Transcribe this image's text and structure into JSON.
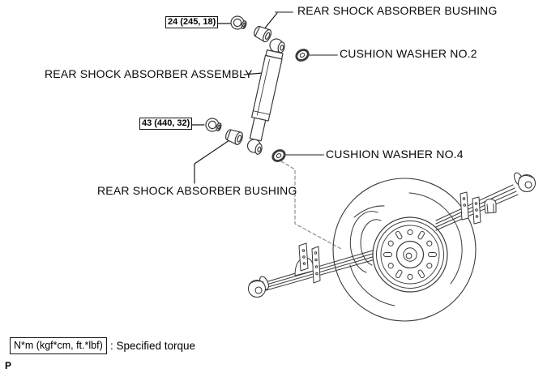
{
  "labels": {
    "bushing_upper": "REAR SHOCK ABSORBER BUSHING",
    "cushion_washer_no2": "CUSHION WASHER NO.2",
    "assembly": "REAR SHOCK ABSORBER ASSEMBLY",
    "cushion_washer_no4": "CUSHION WASHER NO.4",
    "bushing_lower": "REAR SHOCK ABSORBER BUSHING"
  },
  "torque_specs": {
    "upper": "24 (245, 18)",
    "lower": "43 (440, 32)"
  },
  "legend": {
    "unit_box": "N*m (kgf*cm, ft.*lbf)",
    "description": ": Specified torque"
  },
  "page_marker": "P",
  "parts_depicted": [
    "rear-shock-absorber-assembly",
    "rear-shock-absorber-bushing-upper",
    "rear-shock-absorber-bushing-lower",
    "cushion-washer-no2",
    "cushion-washer-no4",
    "upper-mounting-nut",
    "lower-mounting-nut",
    "leaf-spring-axle-with-wheel"
  ],
  "colors": {
    "line": "#3a3a3a",
    "leader_gray": "#8e8e8e",
    "text": "#000000",
    "background": "#ffffff"
  }
}
